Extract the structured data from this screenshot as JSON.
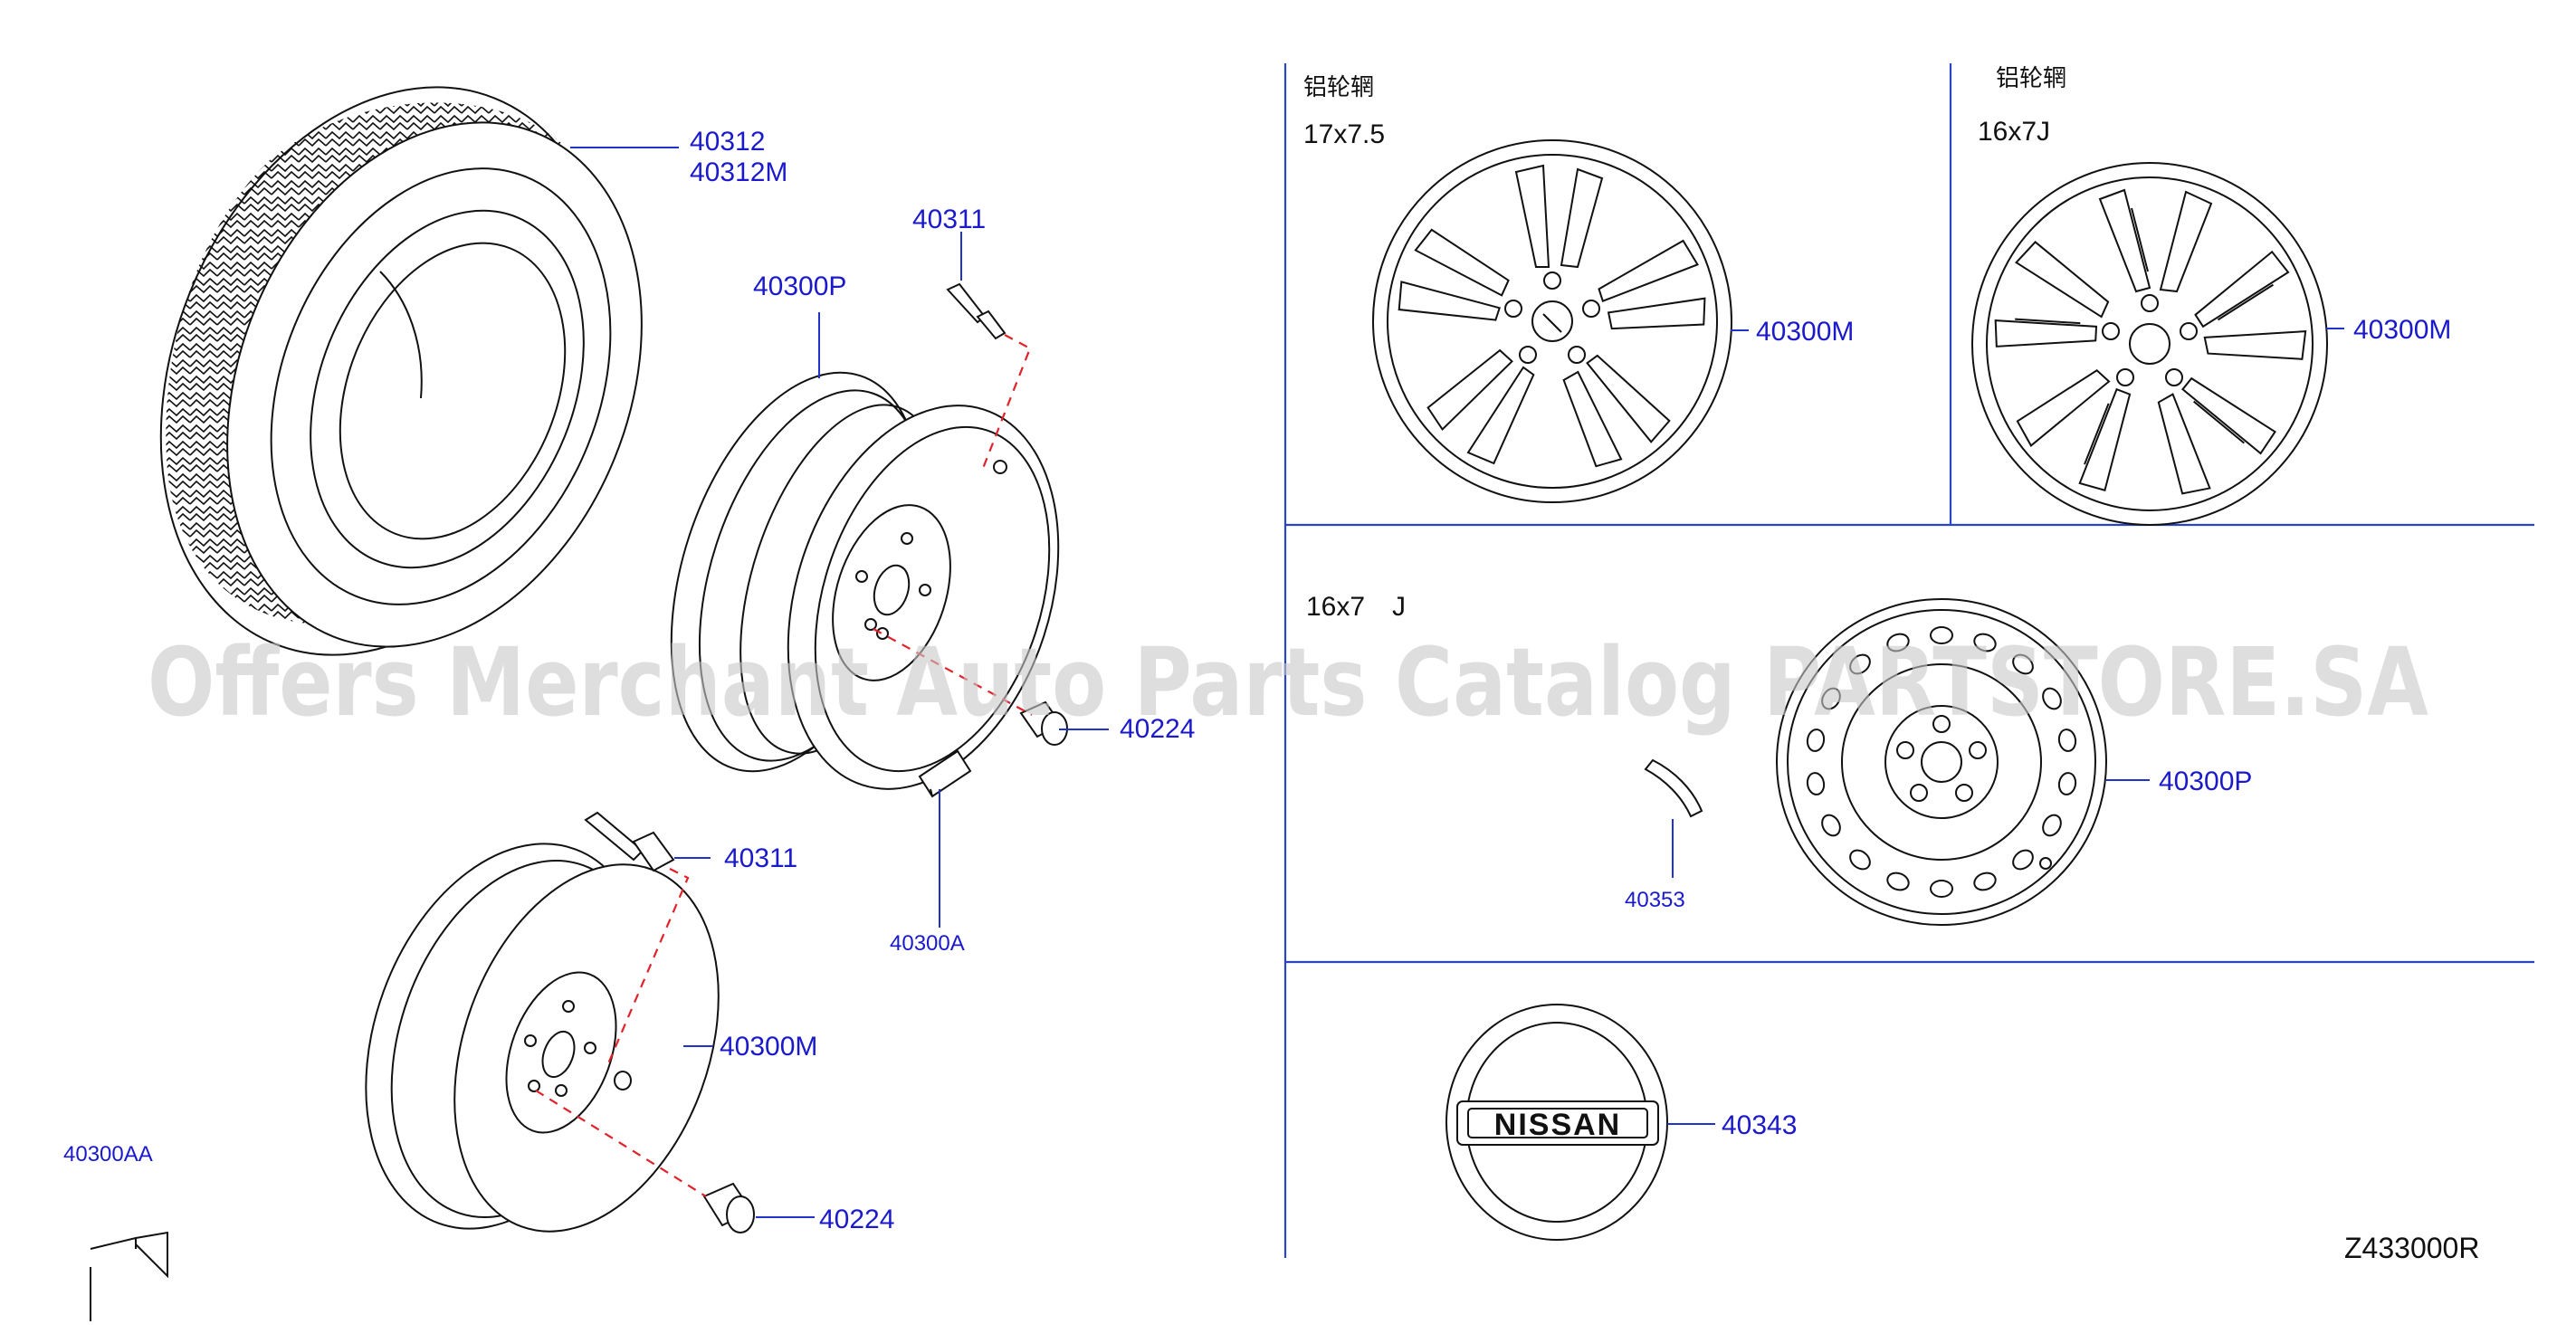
{
  "colors": {
    "part_label": "#1a1acc",
    "leader": "#2233cc",
    "panel_line": "#2a44c8",
    "dash": "#e0222a",
    "watermark": "#c8c8c8"
  },
  "labels": {
    "tire_a": "40312",
    "tire_b": "40312M",
    "valve_top": "40311",
    "wheel_steel_top": "40300P",
    "nut_top": "40224",
    "weight": "40300A",
    "valve_bottom": "40311",
    "wheel_spare": "40300M",
    "nut_bottom": "40224",
    "bracket": "40300AA",
    "alloy17_part": "40300M",
    "alloy16_part": "40300M",
    "steel16_part": "40300P",
    "clip": "40353",
    "cap": "40343"
  },
  "panels": {
    "alloy17_title": "铝轮辋",
    "alloy17_size": "17x7.5",
    "alloy16_title": "铝轮辋",
    "alloy16_size": "16x7J",
    "steel16_size": "16x7　J"
  },
  "cap_logo": "NISSAN",
  "diagram_code": "Z433000R",
  "watermark": "Offers Merchant Auto Parts Catalog PARTSTORE.SA"
}
